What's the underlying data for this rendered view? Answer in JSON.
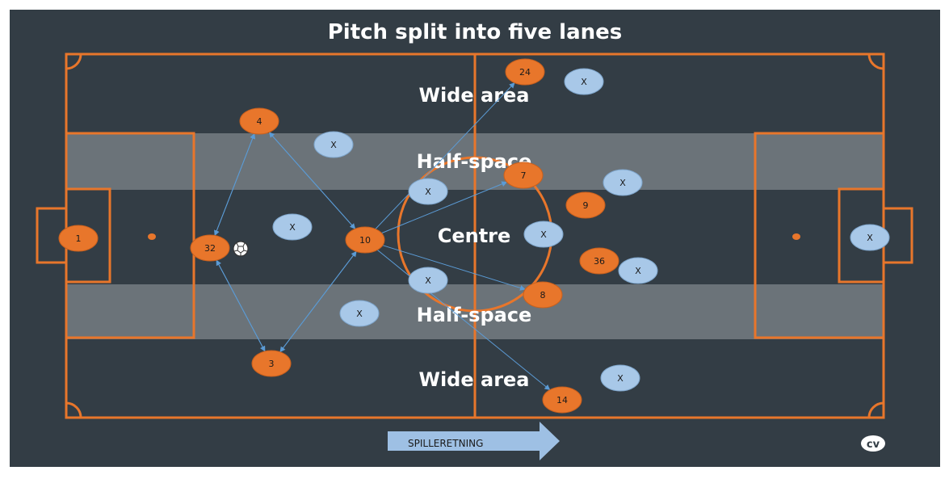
{
  "title": "Pitch split into five lanes",
  "lanes": {
    "wide_top": "Wide area",
    "half_top": "Half-space",
    "centre": "Centre",
    "half_bottom": "Half-space",
    "wide_bottom": "Wide area"
  },
  "direction_label": "SPILLERETNING",
  "logo_text": "cv",
  "colors": {
    "background": "#333d45",
    "pitch_lines": "#e8762b",
    "half_space": "#6b7379",
    "team_player": "#e8762b",
    "opponent": "#a8c8e8",
    "pass_arrow": "#5b9bd5",
    "direction_arrow": "#9ec0e4"
  },
  "team": [
    {
      "id": "p1",
      "number": "1"
    },
    {
      "id": "p32",
      "number": "32"
    },
    {
      "id": "p4",
      "number": "4"
    },
    {
      "id": "p3",
      "number": "3"
    },
    {
      "id": "p10",
      "number": "10"
    },
    {
      "id": "p24",
      "number": "24"
    },
    {
      "id": "p7",
      "number": "7"
    },
    {
      "id": "p9",
      "number": "9"
    },
    {
      "id": "p36",
      "number": "36"
    },
    {
      "id": "p8",
      "number": "8"
    },
    {
      "id": "p14",
      "number": "14"
    }
  ],
  "opponents": [
    {
      "id": "o1",
      "label": "X"
    },
    {
      "id": "o2",
      "label": "X"
    },
    {
      "id": "o3",
      "label": "X"
    },
    {
      "id": "o4",
      "label": "X"
    },
    {
      "id": "o5",
      "label": "X"
    },
    {
      "id": "o6",
      "label": "X"
    },
    {
      "id": "o7",
      "label": "X"
    },
    {
      "id": "o8",
      "label": "X"
    },
    {
      "id": "o9",
      "label": "X"
    },
    {
      "id": "o10",
      "label": "X"
    },
    {
      "id": "o11",
      "label": "X"
    }
  ],
  "passes": [
    {
      "from": "p32",
      "to": "p4"
    },
    {
      "from": "p4",
      "to": "p32"
    },
    {
      "from": "p32",
      "to": "p3"
    },
    {
      "from": "p3",
      "to": "p32"
    },
    {
      "from": "p4",
      "to": "p10"
    },
    {
      "from": "p10",
      "to": "p4"
    },
    {
      "from": "p3",
      "to": "p10"
    },
    {
      "from": "p10",
      "to": "p3"
    },
    {
      "from": "p10",
      "to": "p24"
    },
    {
      "from": "p10",
      "to": "p7"
    },
    {
      "from": "p10",
      "to": "p8"
    },
    {
      "from": "p10",
      "to": "p14"
    }
  ],
  "ball_holder": "p32"
}
